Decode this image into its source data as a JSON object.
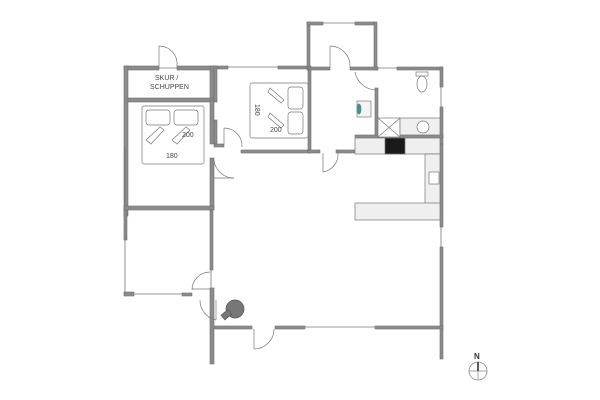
{
  "plan": {
    "rooms": {
      "shed": {
        "label_line1": "SKUR /",
        "label_line2": "SCHUPPEN"
      }
    },
    "beds": {
      "bedroom1": {
        "width_label": "180",
        "length_label": "200"
      },
      "bedroom2": {
        "width_label": "180",
        "length_label": "200"
      }
    },
    "compass": {
      "label": "N"
    },
    "colors": {
      "wall": "#8c8c8c",
      "wall_edge": "#6e6e6e",
      "line": "#777777",
      "counter": "#efefef",
      "stove": "#1a1a1a",
      "stove_accent": "#2f9e8f",
      "fireplace": "#777777"
    }
  }
}
